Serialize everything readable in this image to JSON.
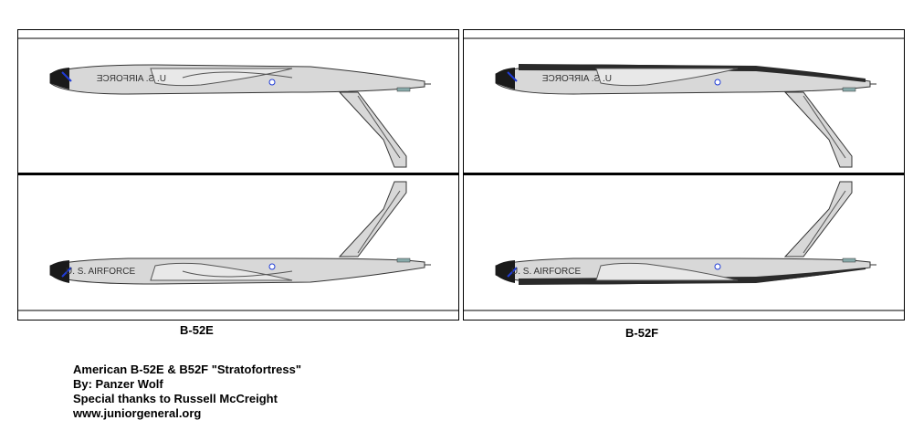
{
  "aircraft": [
    {
      "id": "b52e",
      "label": "B-52E",
      "marking": "U. S. AIRFORCE",
      "scheme": "light"
    },
    {
      "id": "b52f",
      "label": "B-52F",
      "marking": "U. S. AIRFORCE",
      "scheme": "dark-spine"
    }
  ],
  "credits": {
    "title": "American B-52E & B52F \"Stratofortress\"",
    "author": "By: Panzer Wolf",
    "thanks": "Special thanks to Russell McCreight",
    "website": "www.juniorgeneral.org"
  },
  "colors": {
    "fuselage": "#d8d8d8",
    "outline": "#333333",
    "dark_panel": "#2a2a2a",
    "canopy": "#1a1a1a",
    "accent_blue": "#1f3bd6"
  }
}
